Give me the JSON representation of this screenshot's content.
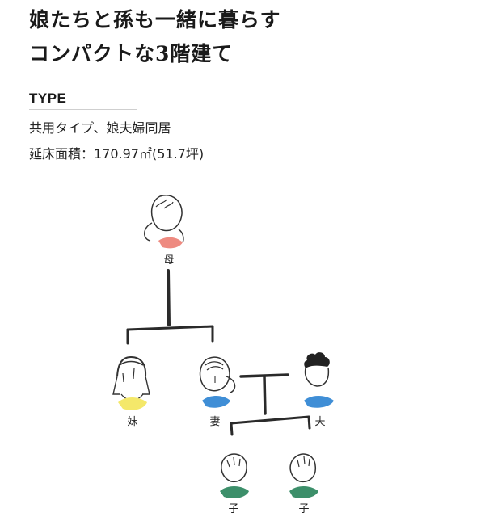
{
  "headline": {
    "line1": "娘たちと孫も一緒に暮らす",
    "line2": "コンパクトな3階建て"
  },
  "type_section": {
    "label": "TYPE",
    "details": [
      "共用タイプ、娘夫婦同居",
      "延床面積：170.97㎡(51.7坪)"
    ]
  },
  "family": {
    "mother": "母",
    "younger_sister": "妹",
    "wife": "妻",
    "husband": "夫",
    "child1": "子",
    "child2": "子"
  },
  "colors": {
    "mother_scarf": "#ee8a80",
    "sister_scarf": "#f4e86a",
    "wife_scarf": "#3f8ed6",
    "husband_scarf": "#3f8ed6",
    "child_scarf": "#3c8f6a",
    "line": "#2a2a2a"
  }
}
